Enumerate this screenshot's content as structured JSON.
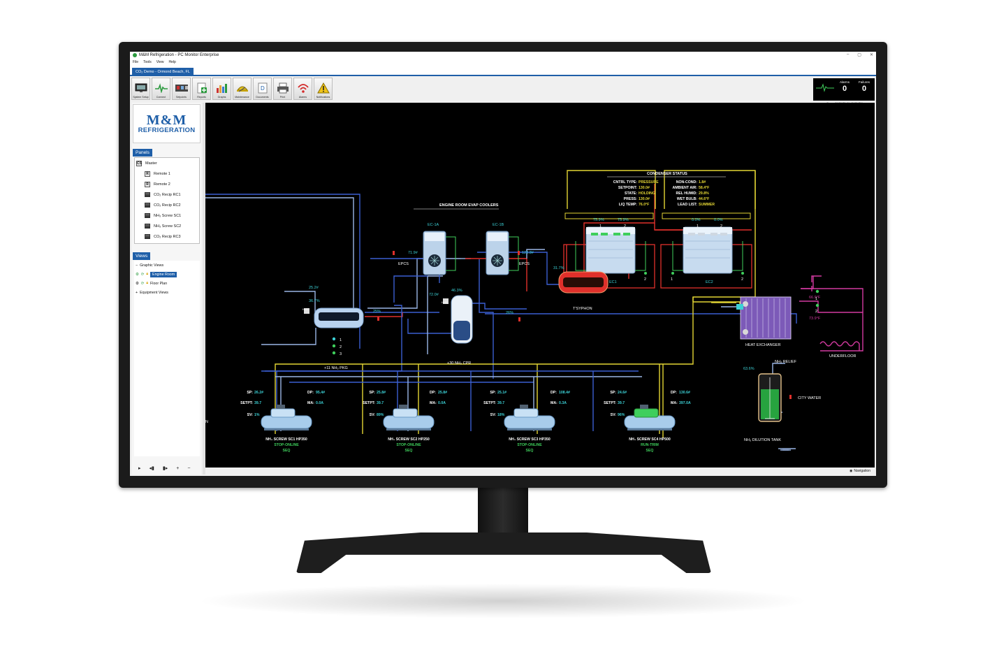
{
  "window": {
    "title": "M&M Refrigeration - PC Monitor Enterprise",
    "controls": [
      "–",
      "▢",
      "✕"
    ]
  },
  "menu": [
    "File",
    "Tools",
    "View",
    "Help"
  ],
  "site_tab": "CO₂ Demo - Ormond Beach, FL",
  "toolbar": [
    {
      "label": "System Setup",
      "icon": "monitor-icon"
    },
    {
      "label": "Connect",
      "icon": "heartbeat-icon"
    },
    {
      "label": "Setpoints",
      "icon": "setpoints-icon"
    },
    {
      "label": "Reports",
      "icon": "report-icon"
    },
    {
      "label": "Graphs",
      "icon": "bar-chart-icon"
    },
    {
      "label": "Maintenance",
      "icon": "hardhat-icon"
    },
    {
      "label": "Documents",
      "icon": "document-icon"
    },
    {
      "label": "Print",
      "icon": "printer-icon"
    },
    {
      "label": "Alarms",
      "icon": "wifi-alarm-icon"
    },
    {
      "label": "Notifications",
      "icon": "warning-icon"
    }
  ],
  "alarm_panel": {
    "alarms_label": "Alarms",
    "alarms": "0",
    "failures_label": "Failures",
    "failures": "0",
    "timestamp": "Demo 09/21/21 01:40:33 PM"
  },
  "logo": {
    "line1": "M&M",
    "line2": "REFRIGERATION"
  },
  "panels": {
    "title": "Panels",
    "items": [
      {
        "badge": "CS",
        "label": "Master"
      },
      {
        "badge": "R",
        "label": "Remote 1"
      },
      {
        "badge": "R",
        "label": "Remote 2"
      },
      {
        "badge": "",
        "label": "CO₂ Recip RC1"
      },
      {
        "badge": "",
        "label": "CO₂ Recip RC2"
      },
      {
        "badge": "",
        "label": "NH₃ Screw SC1"
      },
      {
        "badge": "",
        "label": "NH₃ Screw SC2"
      },
      {
        "badge": "",
        "label": "CO₂ Recip RC3"
      }
    ]
  },
  "views": {
    "title": "Views",
    "graphic_views": "Graphic Views",
    "engine_room": "Engine Room",
    "floor_plan": "Floor Plan",
    "equipment_views": "Equipment Views"
  },
  "nav_controls": [
    "▸",
    "◂▮",
    "▮▸",
    "+",
    "−"
  ],
  "navigation_label": "Navigation",
  "diagram": {
    "evap_title": "ENGINE ROOM EVAP COOLERS",
    "ec1a": "EC-1A",
    "ec1b": "EC-1B",
    "condenser": {
      "title": "CONDENSER STATUS",
      "left": [
        {
          "k": "CNTRL TYPE:",
          "v": "PRESSURE"
        },
        {
          "k": "SETPOINT:",
          "v": "130.0#"
        },
        {
          "k": "STATE:",
          "v": "HOLDING"
        },
        {
          "k": "PRESS:",
          "v": "130.0#"
        },
        {
          "k": "LIQ TEMP:",
          "v": "76.0°F"
        }
      ],
      "right": [
        {
          "k": "NON-COND:",
          "v": "1.8#"
        },
        {
          "k": "AMBIENT AIR:",
          "v": "58.4°F"
        },
        {
          "k": "REL HUMID:",
          "v": "29.8%"
        },
        {
          "k": "WET BULB:",
          "v": "44.6°F"
        },
        {
          "k": "LEAD LIST:",
          "v": "SUMMER"
        }
      ]
    },
    "ec1": {
      "name": "EC1",
      "fan1": "75.9%",
      "fan2": "75.9%"
    },
    "ec2": {
      "name": "EC2",
      "fan1": "0.0%",
      "fan2": "0.0%"
    },
    "fan_nums": [
      "1",
      "2"
    ],
    "epcs_left": {
      "label": "EPCS",
      "value": "71.9#"
    },
    "epcs_right": {
      "label": "EPCS",
      "value": "128.8#"
    },
    "tsyphon": {
      "label": "T'SYPHON",
      "value": "31.7%"
    },
    "pkg": {
      "label": "+11 NH₃ PKG",
      "press": "25.2#",
      "level": "36.7%",
      "valve": "25%"
    },
    "cpr": {
      "label": "+30 NH₃ CPR",
      "press": "72.0#",
      "level": "46.3%",
      "valve": "26%"
    },
    "hls": "HLS",
    "hx": {
      "label": "HEAT EXCHANGER",
      "t1": "66.9°F",
      "t2": "73.9°F"
    },
    "underfloor": "UNDERFLOOR",
    "dilution": {
      "label": "NH₃ DILUTION TANK",
      "level": "63.6%",
      "relief": "NH₃ RELIEF",
      "city": "CITY WATER"
    },
    "compressors": [
      {
        "name": "NH₃ SCREW SC1 HP350",
        "status": "STOP-ONLINE",
        "mode": "SEQ",
        "sp": "26.2#",
        "setpt": "39.7",
        "sv": "1%",
        "dp": "95.4#",
        "ma": "0.0A"
      },
      {
        "name": "NH₃ SCREW SC2 HP250",
        "status": "STOP-ONLINE",
        "mode": "SEQ",
        "sp": "25.8#",
        "setpt": "39.7",
        "sv": "89%",
        "dp": "25.8#",
        "ma": "0.0A"
      },
      {
        "name": "NH₃ SCREW SC3 HP350",
        "status": "STOP-ONLINE",
        "mode": "SEQ",
        "sp": "25.1#",
        "setpt": "39.7",
        "sv": "18%",
        "dp": "108.4#",
        "ma": "0.3A"
      },
      {
        "name": "NH₃ SCREW SC4 HP500",
        "status": "RUN-TRIM",
        "mode": "SEQ",
        "sp": "24.6#",
        "setpt": "39.7",
        "sv": "96%",
        "dp": "130.6#",
        "ma": "397.0A"
      }
    ],
    "comp_labels": {
      "sp": "SP:",
      "setpt": "SETPT:",
      "sv": "SV:",
      "dp": "DP:",
      "ma": "MA:"
    },
    "edge_text": "N"
  },
  "colors": {
    "accent": "#1f5fa8",
    "value_cyan": "#3cd1d6",
    "value_yellow": "#e3d534",
    "green": "#3fcf5c",
    "pipe_blue": "#3b5fd1",
    "pipe_yellow": "#e3d534",
    "pipe_red": "#e0302b",
    "pipe_magenta": "#d23aa0",
    "pipe_lightblue": "#9bb6e6"
  }
}
